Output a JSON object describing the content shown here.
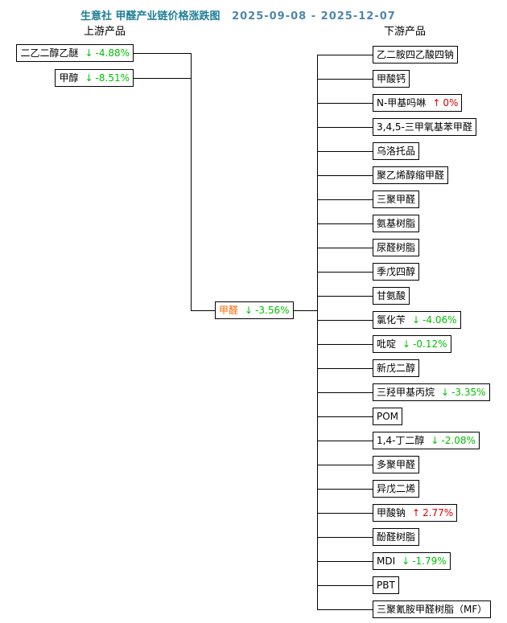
{
  "title": {
    "text": "生意社 甲醛产业链价格涨跌图",
    "date_range": "2025-09-08 - 2025-12-07"
  },
  "headers": {
    "upstream": "上游产品",
    "downstream": "下游产品"
  },
  "icons": {
    "up_arrow": "↑",
    "down_arrow": "↓"
  },
  "colors": {
    "up": "#dd0000",
    "down": "#00c000",
    "center_label": "#ff6600",
    "title": "#1f7e96",
    "date": "#4e86ac",
    "line": "#000000"
  },
  "upstream": {
    "items": [
      {
        "label": "二乙二醇乙醚",
        "direction": "down",
        "change": "-4.88%"
      },
      {
        "label": "甲醇",
        "direction": "down",
        "change": "-8.51%"
      }
    ]
  },
  "center": {
    "label": "甲醛",
    "direction": "down",
    "change": "-3.56%"
  },
  "downstream": {
    "items": [
      {
        "label": "乙二胺四乙酸四钠",
        "direction": null,
        "change": null
      },
      {
        "label": "甲酸钙",
        "direction": null,
        "change": null
      },
      {
        "label": "N-甲基吗啉",
        "direction": "up",
        "change": "0%"
      },
      {
        "label": "3,4,5-三甲氧基苯甲醛",
        "direction": null,
        "change": null
      },
      {
        "label": "乌洛托品",
        "direction": null,
        "change": null
      },
      {
        "label": "聚乙烯醇缩甲醛",
        "direction": null,
        "change": null
      },
      {
        "label": "三聚甲醛",
        "direction": null,
        "change": null
      },
      {
        "label": "氨基树脂",
        "direction": null,
        "change": null
      },
      {
        "label": "尿醛树脂",
        "direction": null,
        "change": null
      },
      {
        "label": "季戊四醇",
        "direction": null,
        "change": null
      },
      {
        "label": "甘氨酸",
        "direction": null,
        "change": null
      },
      {
        "label": "氯化苄",
        "direction": "down",
        "change": "-4.06%"
      },
      {
        "label": "吡啶",
        "direction": "down",
        "change": "-0.12%"
      },
      {
        "label": "新戊二醇",
        "direction": null,
        "change": null
      },
      {
        "label": "三羟甲基丙烷",
        "direction": "down",
        "change": "-3.35%"
      },
      {
        "label": "POM",
        "direction": null,
        "change": null
      },
      {
        "label": "1,4-丁二醇",
        "direction": "down",
        "change": "-2.08%"
      },
      {
        "label": "多聚甲醛",
        "direction": null,
        "change": null
      },
      {
        "label": "异戊二烯",
        "direction": null,
        "change": null
      },
      {
        "label": "甲酸钠",
        "direction": "up",
        "change": "2.77%"
      },
      {
        "label": "酚醛树脂",
        "direction": null,
        "change": null
      },
      {
        "label": "MDI",
        "direction": "down",
        "change": "-1.79%"
      },
      {
        "label": "PBT",
        "direction": null,
        "change": null
      },
      {
        "label": "三聚氰胺甲醛树脂（MF）",
        "direction": null,
        "change": null
      }
    ]
  }
}
